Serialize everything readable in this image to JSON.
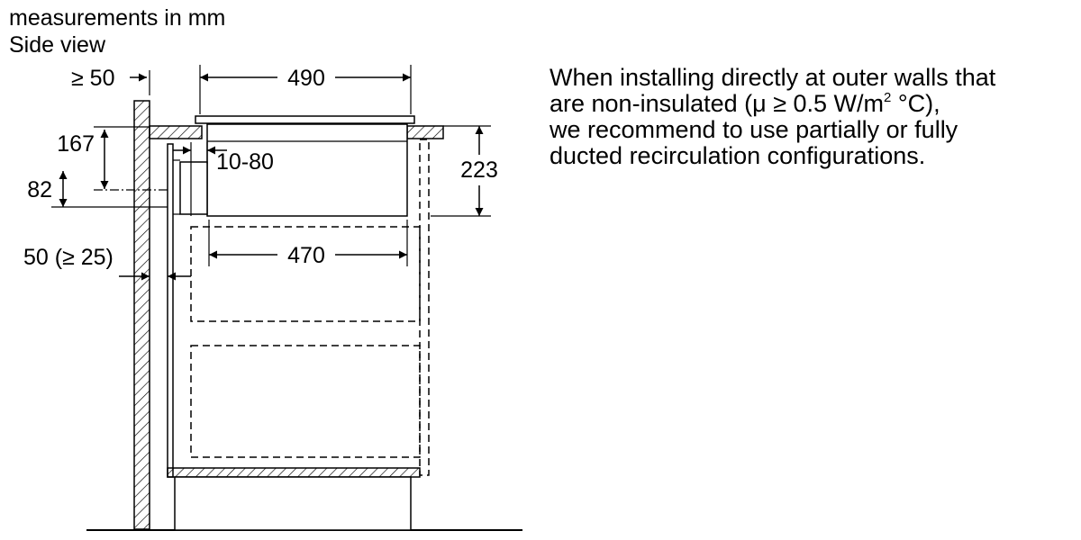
{
  "header": {
    "units": "measurements in mm",
    "view": "Side view"
  },
  "dimensions": {
    "wall_clearance_top": "≥ 50",
    "hob_width": "490",
    "depth_167": "167",
    "adjust_range": "10-80",
    "height_82": "82",
    "cutout_height": "223",
    "inner_width": "470",
    "wall_gap": "50 (≥ 25)"
  },
  "note": {
    "line1": "When installing directly at outer walls that",
    "line2_pre": "are non-insulated (μ ≥ 0.5 W/m",
    "line2_sup": "2",
    "line2_post": " °C),",
    "line3": "we recommend to use partially or fully",
    "line4": "ducted recirculation configurations."
  }
}
